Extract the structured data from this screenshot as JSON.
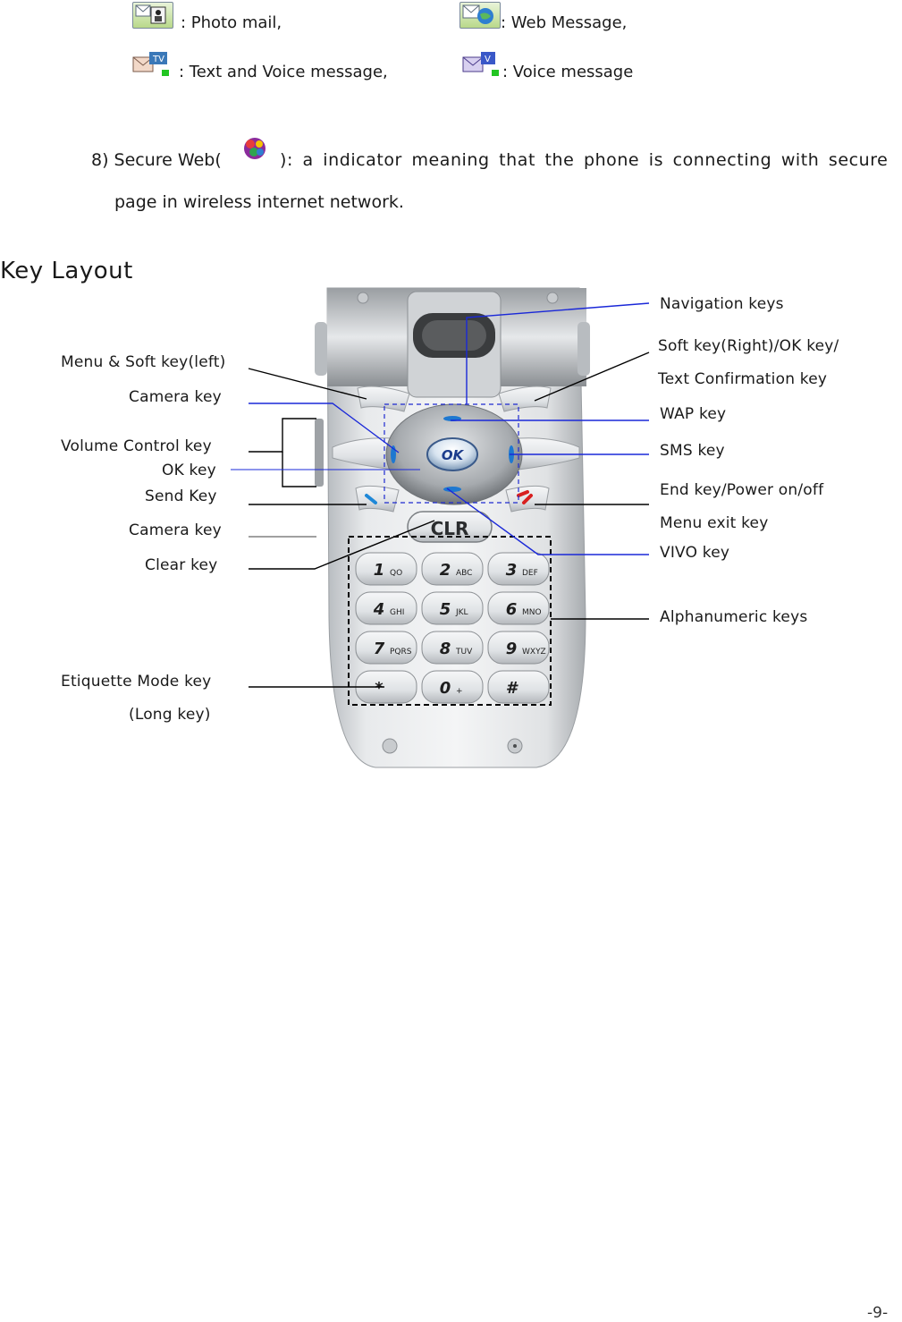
{
  "legend": {
    "photo_mail": ": Photo mail,",
    "web_message": ": Web Message,",
    "text_voice": ": Text and Voice message,",
    "voice_message": ": Voice message"
  },
  "secure_web": {
    "prefix": "8) Secure Web(",
    "suffix": "): a indicator meaning that the phone is connecting with secure",
    "line2": "page in wireless internet network."
  },
  "section_title": "Key Layout",
  "phone_keys": {
    "ok": "OK",
    "clr": "CLR",
    "row1": [
      "1",
      "2",
      "3"
    ],
    "row1_sub": [
      "QO",
      "ABC",
      "DEF"
    ],
    "row2": [
      "4",
      "5",
      "6"
    ],
    "row2_sub": [
      "GHI",
      "JKL",
      "MNO"
    ],
    "row3": [
      "7",
      "8",
      "9"
    ],
    "row3_sub": [
      "PQRS",
      "TUV",
      "WXYZ"
    ],
    "row4": [
      "*",
      "0",
      "#"
    ],
    "row4_sub": [
      "",
      "+",
      ""
    ]
  },
  "labels_left": {
    "menu_soft_left": "Menu & Soft key(left)",
    "camera_key_1": "Camera key",
    "volume_control": "Volume Control key",
    "ok_key": "OK key",
    "send_key": "Send Key",
    "camera_key_2": "Camera key",
    "clear_key": "Clear key",
    "etiquette": "Etiquette Mode key",
    "long_key": "(Long key)"
  },
  "labels_right": {
    "navigation": "Navigation keys",
    "soft_right": "Soft key(Right)/OK key/",
    "text_confirm": "Text Confirmation key",
    "wap": "WAP key",
    "sms": "SMS key",
    "end_power": "End key/Power on/off",
    "menu_exit": "Menu exit key",
    "vivo": "VIVO key",
    "alphanumeric": "Alphanumeric keys"
  },
  "page_number": "-9-"
}
